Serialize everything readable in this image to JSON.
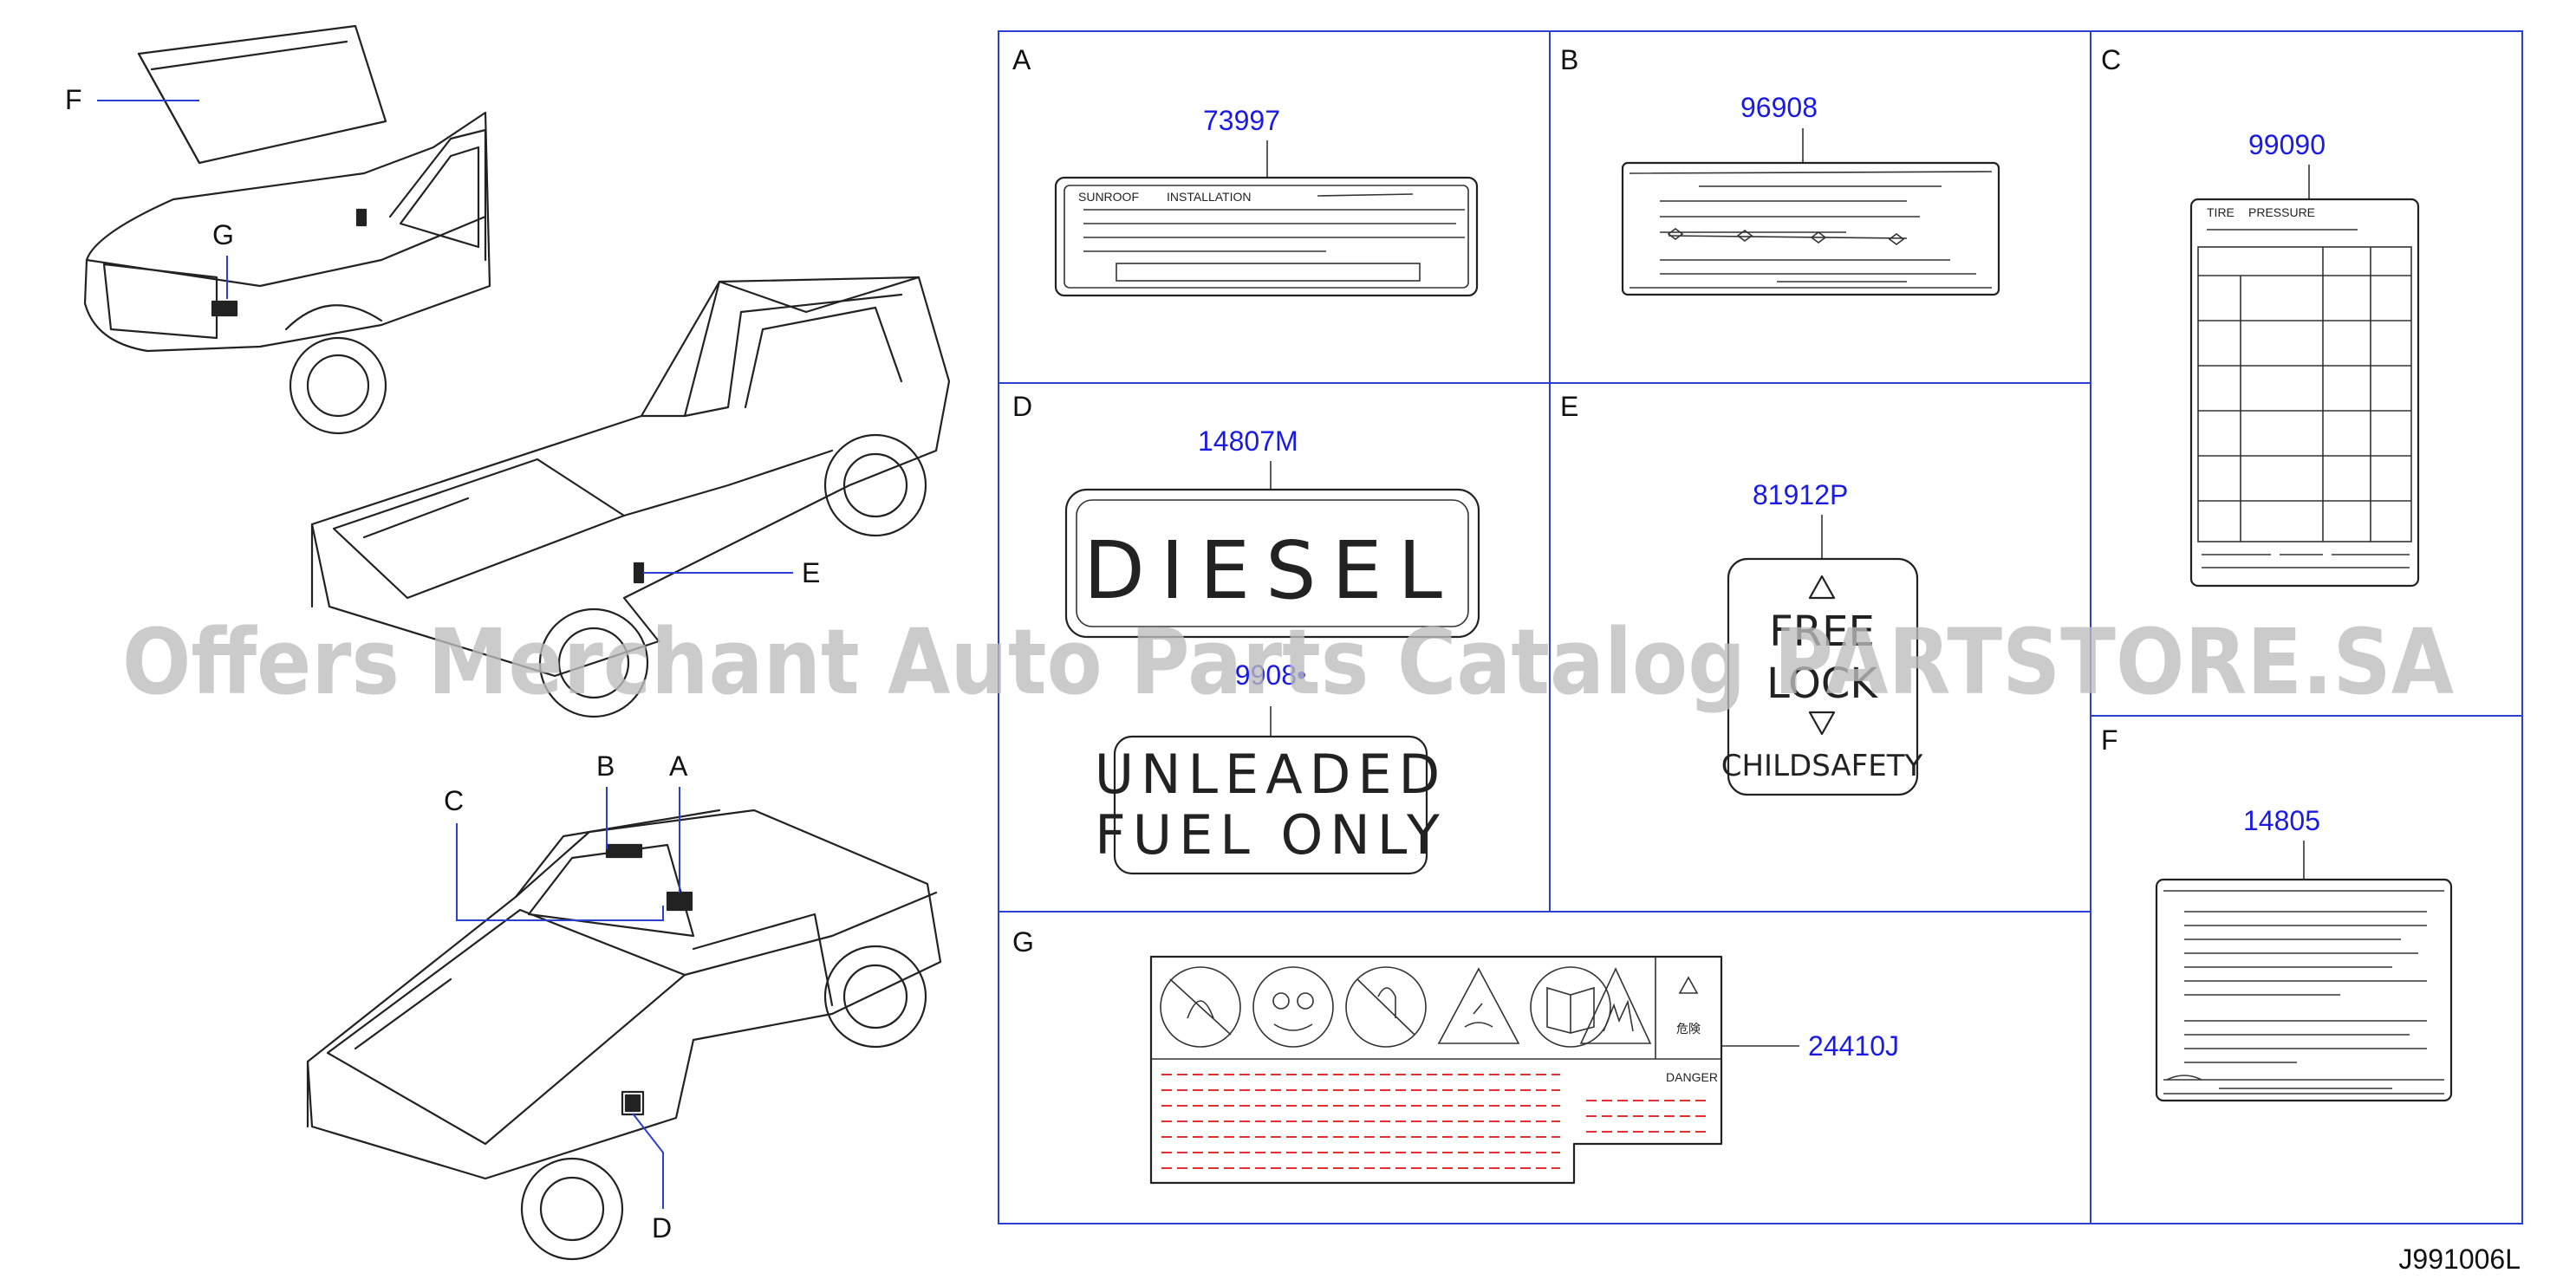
{
  "vehicle_callouts": {
    "F": "F",
    "G": "G",
    "E": "E",
    "C": "C",
    "B": "B",
    "A": "A",
    "D": "D"
  },
  "panels": {
    "A": {
      "letter": "A",
      "part_number": "73997",
      "label_title_1": "SUNROOF",
      "label_title_2": "INSTALLATION"
    },
    "B": {
      "letter": "B",
      "part_number": "96908"
    },
    "C": {
      "letter": "C",
      "part_number": "99090",
      "label_title_1": "TIRE",
      "label_title_2": "PRESSURE"
    },
    "D": {
      "letter": "D",
      "part_number": "14807M",
      "diesel_text": "DIESEL",
      "second_part_number": "9908•",
      "unleaded_line1": "UNLEADED",
      "unleaded_line2": "FUEL ONLY"
    },
    "E": {
      "letter": "E",
      "part_number": "81912P",
      "free_text": "FREE",
      "lock_text": "LOCK",
      "child_text": "CHILDSAFETY"
    },
    "F": {
      "letter": "F",
      "part_number": "14805"
    },
    "G": {
      "letter": "G",
      "part_number": "24410J",
      "kanji": "危険",
      "danger_text": "DANGER"
    }
  },
  "watermark": "Offers Merchant Auto Parts Catalog PARTSTORE.SA",
  "reference_code": "J991006L",
  "colors": {
    "frame": "#2b3fd6",
    "part_number": "#1a1ae6",
    "danger_lines": "#e03030",
    "watermark": "#bdbdbd"
  }
}
